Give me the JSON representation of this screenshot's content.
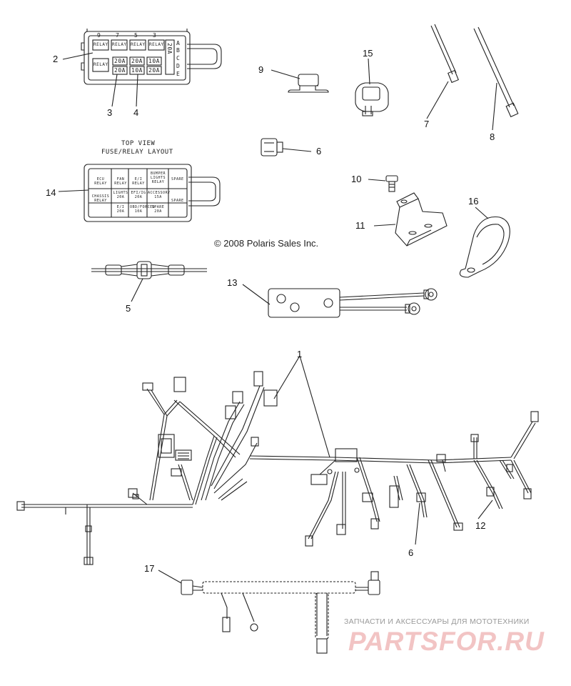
{
  "copyright": "© 2008 Polaris Sales Inc.",
  "layout_caption": {
    "line1": "TOP VIEW",
    "line2": "FUSE/RELAY LAYOUT"
  },
  "fuse_box_top": {
    "top_numbers": [
      "9",
      "7",
      "5",
      "3"
    ],
    "side_letters": [
      "A",
      "B",
      "C",
      "D",
      "E"
    ],
    "relay_label": "RELAY",
    "fuse_row1": [
      "20A",
      "20A",
      "10A",
      "20A"
    ],
    "fuse_row2": [
      "20A",
      "10A",
      "20A"
    ]
  },
  "fuse_layout": {
    "row1": [
      "ECU RELAY",
      "FAN RELAY",
      "E/I RELAY",
      "BUMPER LIGHTS RELAY",
      "SPARE"
    ],
    "row2": [
      "CHASSIS RELAY",
      "LIGHTS 20A",
      "EFI/IG 20A",
      "ACCESSORY 15A",
      "SPARE"
    ],
    "row3": [
      "E/I 20A",
      "OBD/FORCED 10A",
      "SPARE 20A"
    ]
  },
  "callouts": {
    "c1": "1",
    "c2": "2",
    "c3": "3",
    "c4": "4",
    "c5": "5",
    "c6a": "6",
    "c6b": "6",
    "c7": "7",
    "c8": "8",
    "c9": "9",
    "c10": "10",
    "c11": "11",
    "c12": "12",
    "c13": "13",
    "c14": "14",
    "c15": "15",
    "c16": "16",
    "c17": "17"
  },
  "watermark": {
    "tagline": "ЗАПЧАСТИ И АКСЕССУАРЫ ДЛЯ МОТОТЕХНИКИ",
    "logo": "PARTSFOR.RU"
  }
}
